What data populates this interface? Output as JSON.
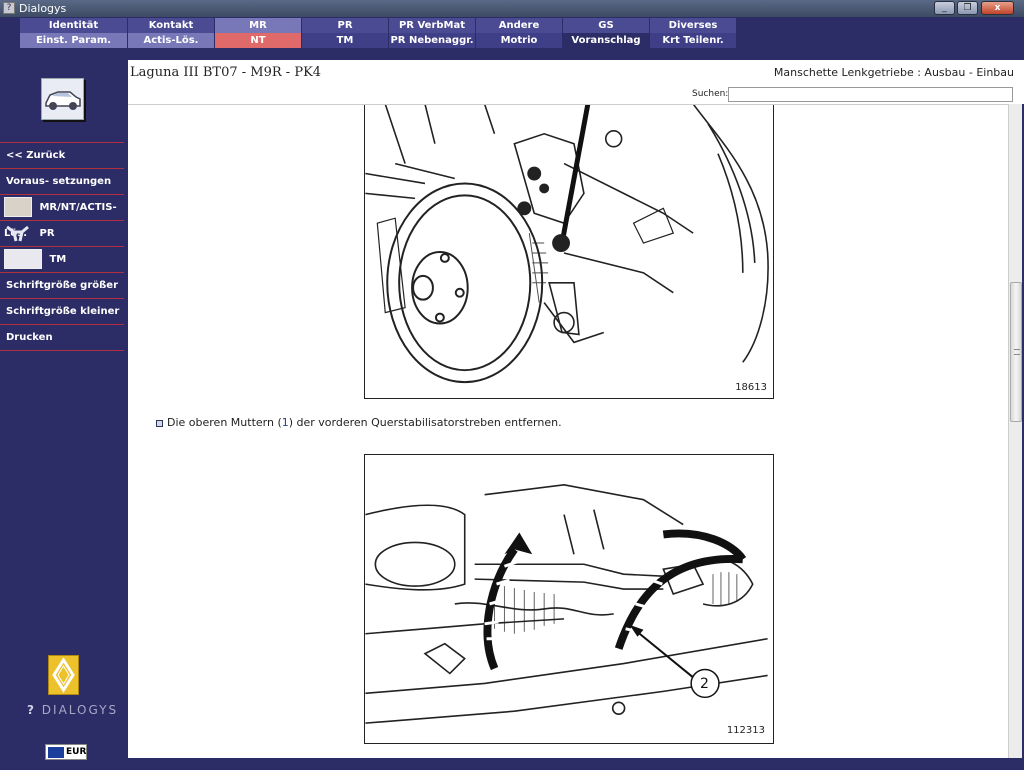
{
  "window": {
    "title": "Dialogys",
    "controls": {
      "minimize": "_",
      "restore": "❐",
      "close": "x"
    }
  },
  "nav": {
    "row1": [
      "Identität",
      "Kontakt",
      "MR",
      "PR",
      "PR VerbMat",
      "Andere",
      "GS",
      "Diverses"
    ],
    "row2": [
      "Einst. Param.",
      "Actis-Lös.",
      "NT",
      "TM",
      "PR Nebenaggr.",
      "Motrio",
      "Voranschlag",
      "Krt Teilenr."
    ],
    "active": "NT"
  },
  "sidebar": {
    "items": [
      {
        "label": "<< Zurück"
      },
      {
        "label": "Voraus- setzungen"
      },
      {
        "label": "MR/NT/ACTIS-Lös."
      },
      {
        "label": "PR"
      },
      {
        "label": "TM"
      },
      {
        "label": "Schriftgröße größer"
      },
      {
        "label": "Schriftgröße kleiner"
      },
      {
        "label": "Drucken"
      }
    ],
    "brand": "DIALOGYS",
    "currency": "EUR"
  },
  "header": {
    "vehicle": "Laguna III BT07 - M9R - PK4",
    "procedure": "Manschette Lenkgetriebe : Ausbau - Einbau"
  },
  "search": {
    "label": "Suchen:",
    "value": ""
  },
  "content": {
    "figure1": {
      "number": "18613"
    },
    "instruction": {
      "before": "Die oberen Muttern (",
      "ref": "1",
      "after": ") der vorderen Querstabilisatorstreben entfernen."
    },
    "figure2": {
      "number": "112313",
      "callout": "2"
    }
  }
}
